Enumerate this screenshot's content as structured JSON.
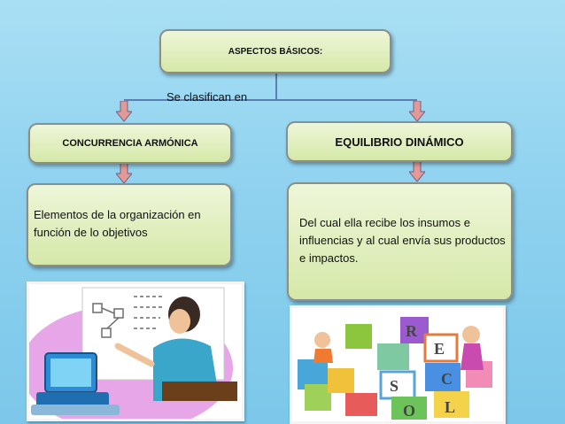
{
  "top_box": {
    "label": "ASPECTOS BÁSICOS:"
  },
  "connector": {
    "label": "Se clasifican en"
  },
  "left_branch": {
    "title": "CONCURRENCIA ARMÓNICA",
    "description": "Elementos de la organización en función de lo objetivos"
  },
  "right_branch": {
    "title": "EQUILIBRIO DINÁMICO",
    "description": "Del cual ella recibe los insumos e influencias y al cual envía sus productos e impactos."
  },
  "icons": {
    "left_image": "person-at-computer-illustration",
    "right_image": "alphabet-blocks-illustration",
    "arrow": "down-arrow-icon"
  },
  "colors": {
    "background": "#8fd2ef",
    "box_fill": "#dcebb4",
    "arrow_fill": "#e39a96",
    "connector_line": "#5b7fb0"
  }
}
